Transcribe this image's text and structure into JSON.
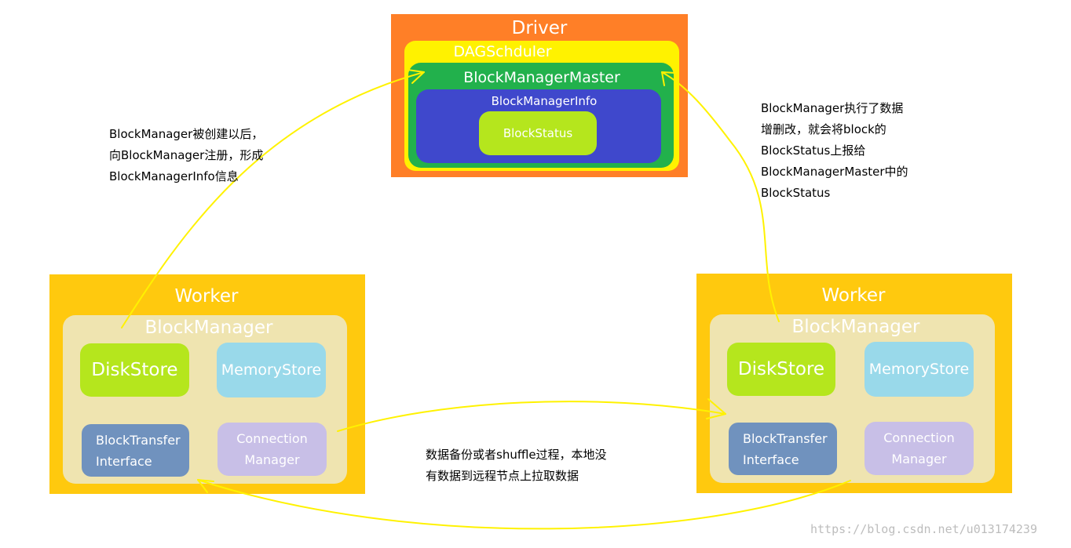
{
  "driver": {
    "title": "Driver",
    "dag_scheduler": "DAGSchduler",
    "block_manager_master": "BlockManagerMaster",
    "block_manager_info": "BlockManagerInfo",
    "block_status": "BlockStatus"
  },
  "workers": [
    {
      "title": "Worker",
      "block_manager": "BlockManager",
      "disk_store": "DiskStore",
      "memory_store": "MemoryStore",
      "block_transfer_interface": [
        "BlockTransfer",
        "Interface"
      ],
      "connection_manager": [
        "Connection",
        "Manager"
      ]
    },
    {
      "title": "Worker",
      "block_manager": "BlockManager",
      "disk_store": "DiskStore",
      "memory_store": "MemoryStore",
      "block_transfer_interface": [
        "BlockTransfer",
        "Interface"
      ],
      "connection_manager": [
        "Connection",
        "Manager"
      ]
    }
  ],
  "annotations": {
    "register": [
      "BlockManager被创建以后，",
      "向BlockManager注册，形成",
      "BlockManagerInfo信息"
    ],
    "report": [
      "BlockManager执行了数据",
      "增删改，就会将block的",
      "BlockStatus上报给",
      "BlockManagerMaster中的",
      "BlockStatus"
    ],
    "transfer": [
      "数据备份或者shuffle过程，本地没",
      "有数据到远程节点上拉取数据"
    ]
  },
  "watermark": "https://blog.csdn.net/u013174239",
  "colors": {
    "driver": "#ff7f27",
    "dag_scheduler": "#fff200",
    "block_manager_master": "#22b14c",
    "block_manager_info": "#3f48cc",
    "block_status": "#b5e61d",
    "worker": "#ffc90e",
    "block_manager": "#efe4b0",
    "disk_store": "#b5e61d",
    "memory_store": "#99d9ea",
    "block_transfer_interface": "#7092be",
    "connection_manager": "#c8bfe7",
    "arrow": "#fff200"
  }
}
